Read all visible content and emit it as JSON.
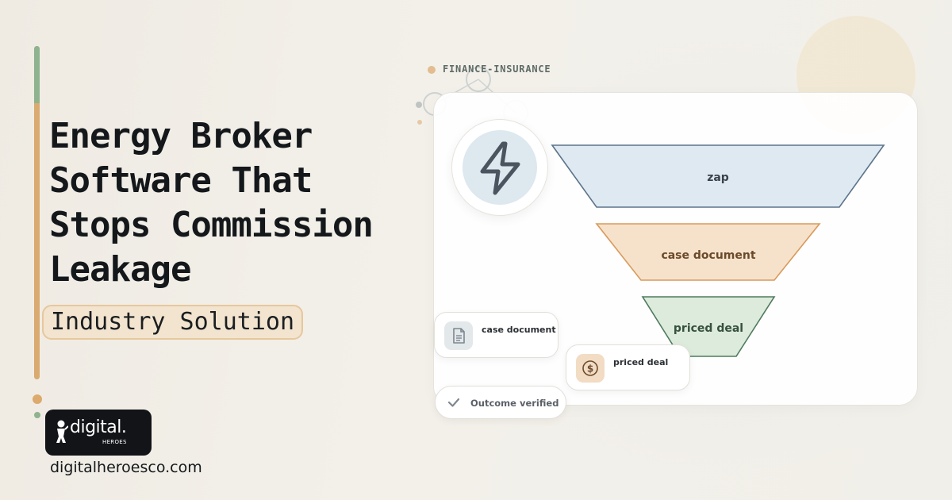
{
  "headline": {
    "lines": [
      "Energy Broker",
      "Software That",
      "Stops Commission",
      "Leakage"
    ]
  },
  "tag": {
    "label": "Industry Solution"
  },
  "brand": {
    "logo_text": "digital.",
    "logo_subtext": "HEROES",
    "website": "digitalheroesco.com"
  },
  "eyebrow": {
    "label": "FINANCE-INSURANCE"
  },
  "hero_icon": {
    "name": "lightning-bolt-icon"
  },
  "funnel": {
    "stages": [
      {
        "label": "zap",
        "fill": "#dfe9f2",
        "stroke": "#5c7489",
        "text_color": "#3a4149"
      },
      {
        "label": "case document",
        "fill": "#f6e2cb",
        "stroke": "#d99a5b",
        "text_color": "#6b4a2a"
      },
      {
        "label": "priced deal",
        "fill": "#dcebdc",
        "stroke": "#4f7a5d",
        "text_color": "#37513f"
      }
    ]
  },
  "chips": [
    {
      "label": "case document",
      "icon": "document-icon"
    },
    {
      "label": "priced deal",
      "icon": "dollar-coin-icon"
    },
    {
      "label": "Outcome verified",
      "icon": "checkmark-icon"
    }
  ],
  "colors": {
    "accent_tan": "#d9ab70",
    "accent_green": "#8fb38e",
    "text_dark": "#14181b"
  }
}
